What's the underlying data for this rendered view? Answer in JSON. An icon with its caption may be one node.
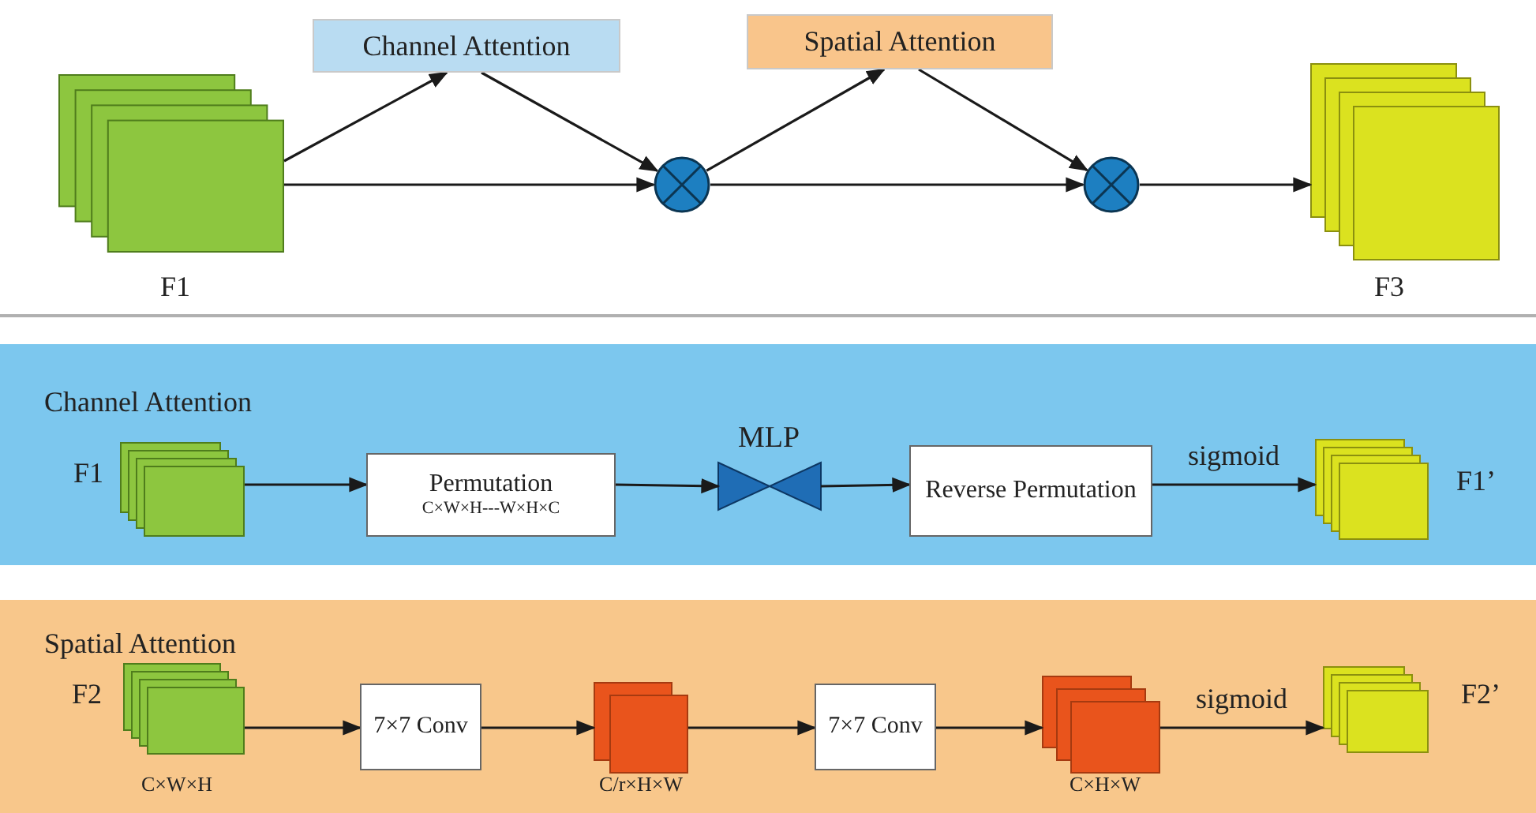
{
  "diagram": {
    "nodes": [
      {
        "text": [
          "F1"
        ]
      },
      {
        "text": [
          "Channel Attention"
        ]
      },
      {
        "text": [],
        "shape": "circle"
      },
      {
        "text": [
          "Spatial Attention"
        ]
      },
      {
        "text": [],
        "shape": "circle"
      },
      {
        "text": [
          "F3"
        ]
      },
      {
        "text": [
          "Channel Attention"
        ]
      },
      {
        "text": [
          "F1"
        ],
        "in": 6
      },
      {
        "text": [
          "Permutation",
          "C×W×H---W×H×C"
        ],
        "in": 6
      },
      {
        "text": [
          "MLP"
        ],
        "in": 6
      },
      {
        "text": [
          "Reverse Permutation"
        ],
        "in": 6
      },
      {
        "text": [
          "F1’"
        ],
        "in": 6
      },
      {
        "text": [
          "Spatial Attention"
        ]
      },
      {
        "text": [
          "F2"
        ],
        "beside": [
          "C×W×H"
        ],
        "in": 12
      },
      {
        "text": [
          "7×7 Conv"
        ],
        "in": 12
      },
      {
        "text": [],
        "shape": "box",
        "beside": [
          "C/r×H×W"
        ],
        "in": 12
      },
      {
        "text": [
          "7×7 Conv"
        ],
        "in": 12
      },
      {
        "text": [],
        "shape": "box",
        "beside": [
          "C×H×W"
        ],
        "in": 12
      },
      {
        "text": [
          "F2’"
        ],
        "in": 12
      }
    ],
    "edges": [
      {
        "from": 0,
        "to": 1,
        "arrow": "to"
      },
      {
        "from": 1,
        "to": 2,
        "arrow": "to"
      },
      {
        "from": 0,
        "to": 2,
        "arrow": "to"
      },
      {
        "from": 2,
        "to": 3,
        "arrow": "to"
      },
      {
        "from": 3,
        "to": 4,
        "arrow": "to"
      },
      {
        "from": 2,
        "to": 4,
        "arrow": "to"
      },
      {
        "from": 4,
        "to": 5,
        "arrow": "to"
      },
      {
        "from": 7,
        "to": 8,
        "arrow": "to"
      },
      {
        "from": 8,
        "to": 9,
        "arrow": "to"
      },
      {
        "from": 9,
        "to": 10,
        "arrow": "to"
      },
      {
        "from": 10,
        "to": 11,
        "label": "sigmoid",
        "arrow": "to"
      },
      {
        "from": 13,
        "to": 14,
        "arrow": "to"
      },
      {
        "from": 14,
        "to": 15,
        "arrow": "to"
      },
      {
        "from": 15,
        "to": 16,
        "arrow": "to"
      },
      {
        "from": 16,
        "to": 17,
        "arrow": "to"
      },
      {
        "from": 17,
        "to": 18,
        "label": "sigmoid",
        "arrow": "to"
      }
    ]
  }
}
